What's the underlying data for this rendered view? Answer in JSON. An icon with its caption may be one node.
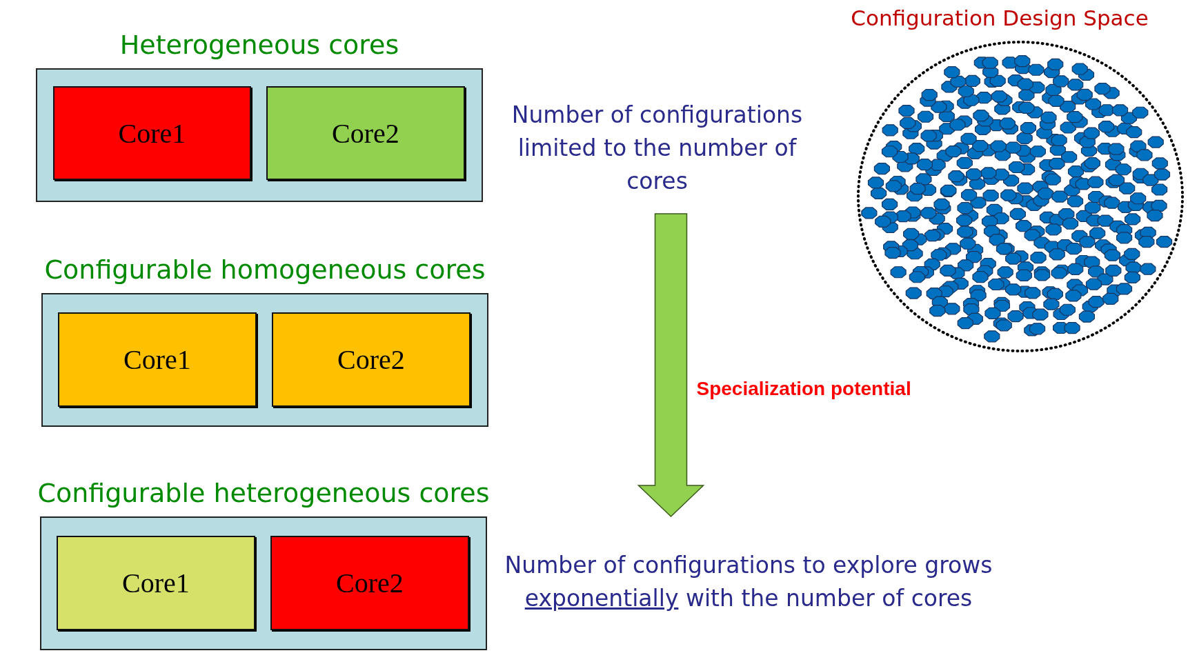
{
  "diagram": {
    "nodes": [
      {
        "text": [
          "Heterogeneous cores"
        ]
      },
      {
        "text": [
          "Core1"
        ],
        "in": 0
      },
      {
        "text": [
          "Core2"
        ],
        "in": 0
      },
      {
        "text": [
          "Number of configurations limited to the number of cores"
        ]
      },
      {
        "text": [
          "Configuration Design Space"
        ]
      },
      {
        "text": [
          "Configurable homogeneous cores"
        ]
      },
      {
        "text": [
          "Core1"
        ],
        "in": 5
      },
      {
        "text": [
          "Core2"
        ],
        "in": 5
      },
      {
        "text": [
          "Configurable heterogeneous cores"
        ]
      },
      {
        "text": [
          "Core1"
        ],
        "in": 8
      },
      {
        "text": [
          "Core2"
        ],
        "in": 8
      },
      {
        "text": [
          "Number of configurations to explore grows *exponentially* with the number of cores"
        ]
      }
    ],
    "edges": [
      {
        "from": 3,
        "to": 11,
        "arrow": "to",
        "label": "Specialization potential",
        "style": "thick",
        "color": "#92d050"
      }
    ]
  }
}
